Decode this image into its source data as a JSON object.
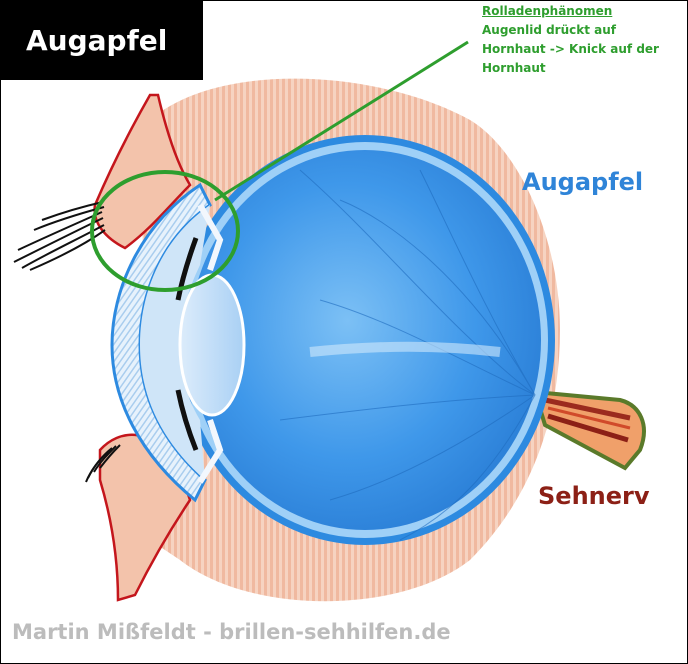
{
  "title": "Augapfel",
  "annotation": {
    "heading": "Rolladenphänomen",
    "line1": "Augenlid drückt auf",
    "line2": "Hornhaut -> Knick auf der",
    "line3": "Hornhaut"
  },
  "labels": {
    "eyeball": "Augapfel",
    "optic_nerve": "Sehnerv"
  },
  "credit": "Martin Mißfeldt - brillen-sehhilfen.de",
  "colors": {
    "eyeball_blue": "#2f84d8",
    "annotation_green": "#2e9e2e",
    "nerve_red": "#8c2016",
    "skin": "#f3c3ab",
    "eyelid_line": "#c4161c"
  }
}
